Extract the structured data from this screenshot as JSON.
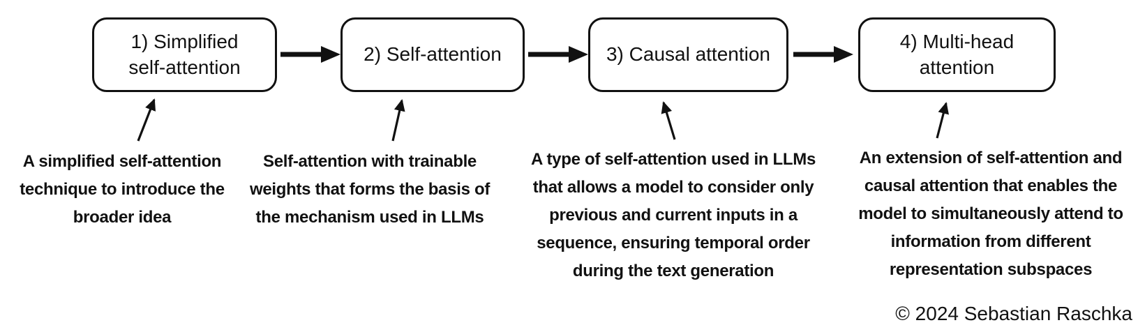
{
  "diagram": {
    "stages": [
      {
        "label": [
          "1) Simplified",
          "self-attention"
        ],
        "description": [
          "A simplified self-attention",
          "technique to introduce the",
          "broader idea"
        ]
      },
      {
        "label": [
          "2) Self-attention"
        ],
        "description": [
          "Self-attention with trainable",
          "weights that forms the basis of",
          "the mechanism used in LLMs"
        ]
      },
      {
        "label": [
          "3) Causal attention"
        ],
        "description": [
          "A type of self-attention used in LLMs",
          "that allows a model to consider only",
          "previous and current inputs in a",
          "sequence, ensuring temporal order",
          "during the text generation"
        ]
      },
      {
        "label": [
          "4) Multi-head",
          "attention"
        ],
        "description": [
          "An extension of self-attention and",
          "causal attention that enables the",
          "model to simultaneously attend to",
          "information from different",
          "representation subspaces"
        ]
      }
    ],
    "copyright": "© 2024 Sebastian Raschka",
    "colors": {
      "ink": "#111111",
      "background": "#ffffff"
    }
  }
}
